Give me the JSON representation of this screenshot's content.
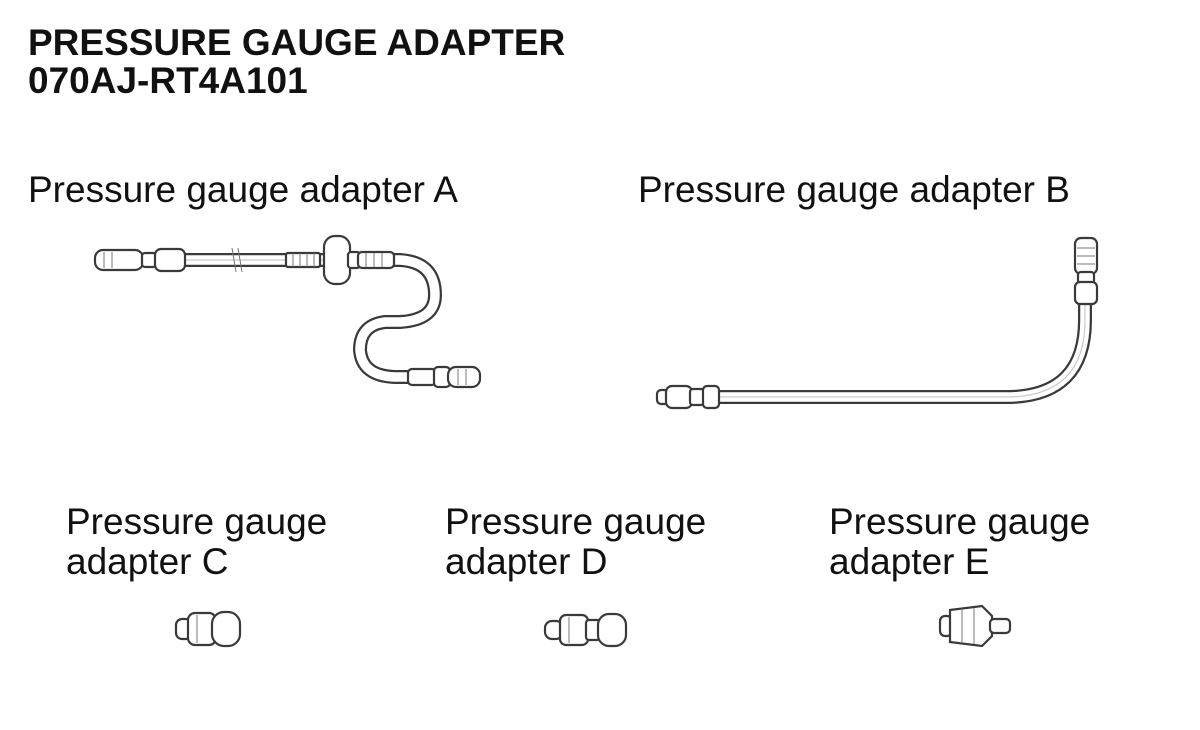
{
  "title": {
    "line1": "PRESSURE GAUGE ADAPTER",
    "line2": "070AJ-RT4A101"
  },
  "parts": {
    "a": {
      "label": "Pressure gauge adapter A"
    },
    "b": {
      "label": "Pressure gauge adapter B"
    },
    "c": {
      "label_line1": "Pressure gauge",
      "label_line2": "adapter C"
    },
    "d": {
      "label_line1": "Pressure gauge",
      "label_line2": "adapter D"
    },
    "e": {
      "label_line1": "Pressure gauge",
      "label_line2": "adapter E"
    }
  },
  "colors": {
    "line": "#3a3a3a",
    "background": "#ffffff",
    "text": "#111111"
  }
}
